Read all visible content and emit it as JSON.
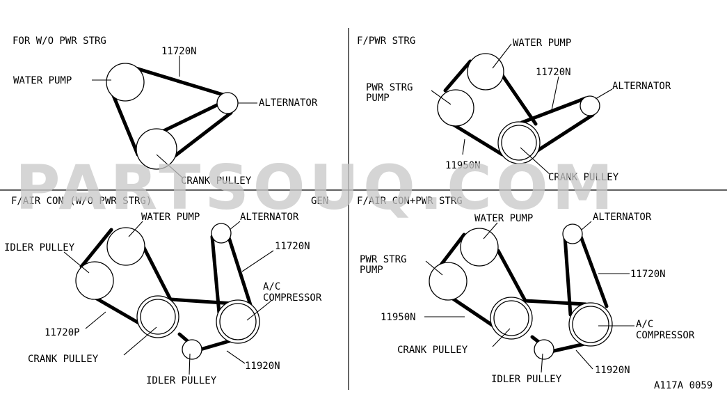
{
  "watermark": "PARTSOUQ.COM",
  "figure_code": "A117A 0059",
  "panels": {
    "top_left": {
      "title": "FOR W/O PWR STRG",
      "water_pump": "WATER PUMP",
      "alternator": "ALTERNATOR",
      "crank_pulley": "CRANK PULLEY",
      "belt_part": "11720N"
    },
    "top_right": {
      "title": "F/PWR STRG",
      "water_pump": "WATER PUMP",
      "pwr_strg_pump_1": "PWR STRG",
      "pwr_strg_pump_2": "PUMP",
      "belt_part_alt": "11720N",
      "belt_part_ps": "11950N",
      "alternator": "ALTERNATOR",
      "crank_pulley": "CRANK PULLEY"
    },
    "bottom_left": {
      "title": "F/AIR CON (W/O PWR STRG)",
      "gen": "GEN",
      "water_pump": "WATER PUMP",
      "alternator": "ALTERNATOR",
      "idler_pulley_top": "IDLER PULLEY",
      "belt_part_alt": "11720N",
      "ac_compressor_1": "A/C",
      "ac_compressor_2": "COMPRESSOR",
      "belt_part_wp": "11720P",
      "crank_pulley": "CRANK PULLEY",
      "belt_part_ac": "11920N",
      "idler_pulley_bottom": "IDLER PULLEY"
    },
    "bottom_right": {
      "title": "F/AIR CON+PWR STRG",
      "water_pump": "WATER PUMP",
      "alternator": "ALTERNATOR",
      "pwr_strg_pump_1": "PWR STRG",
      "pwr_strg_pump_2": "PUMP",
      "belt_part_alt": "11720N",
      "belt_part_ps": "11950N",
      "ac_compressor_1": "A/C",
      "ac_compressor_2": "COMPRESSOR",
      "crank_pulley": "CRANK PULLEY",
      "belt_part_ac": "11920N",
      "idler_pulley": "IDLER PULLEY"
    }
  }
}
